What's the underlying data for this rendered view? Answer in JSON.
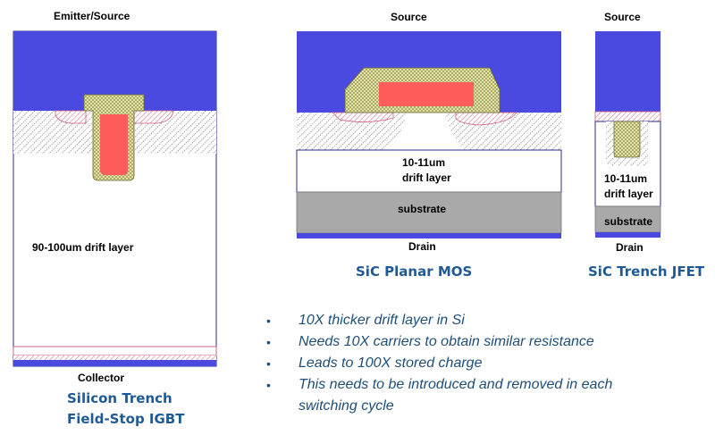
{
  "colors": {
    "metal": "#4a4ae0",
    "hatch": "#6b6b6b",
    "gate_ox": "#e8e8b0",
    "gate_fill": "#ff5c5c",
    "substrate": "#a9a9a9",
    "pink": "#d06080",
    "caption": "#1f5a94",
    "bullet_text": "#1f4e79"
  },
  "igbt": {
    "top_label": "Emitter/Source",
    "drift_label": "90-100um drift layer",
    "bottom_label": "Collector",
    "caption_line1": "Silicon Trench",
    "caption_line2": "Field-Stop IGBT"
  },
  "mos": {
    "top_label": "Source",
    "drift_label_line1": "10-11um",
    "drift_label_line2": "drift layer",
    "substrate_label": "substrate",
    "bottom_label": "Drain",
    "caption": "SiC Planar MOS"
  },
  "jfet": {
    "top_label": "Source",
    "drift_label_line1": "10-11um",
    "drift_label_line2": "drift layer",
    "substrate_label": "substrate",
    "bottom_label": "Drain",
    "caption": "SiC Trench JFET"
  },
  "bullets": [
    "10X thicker drift layer in Si",
    "Needs 10X carriers to obtain similar resistance",
    "Leads to 100X stored charge",
    "This needs to be introduced and removed in each switching cycle"
  ],
  "bullet_marker": "•"
}
